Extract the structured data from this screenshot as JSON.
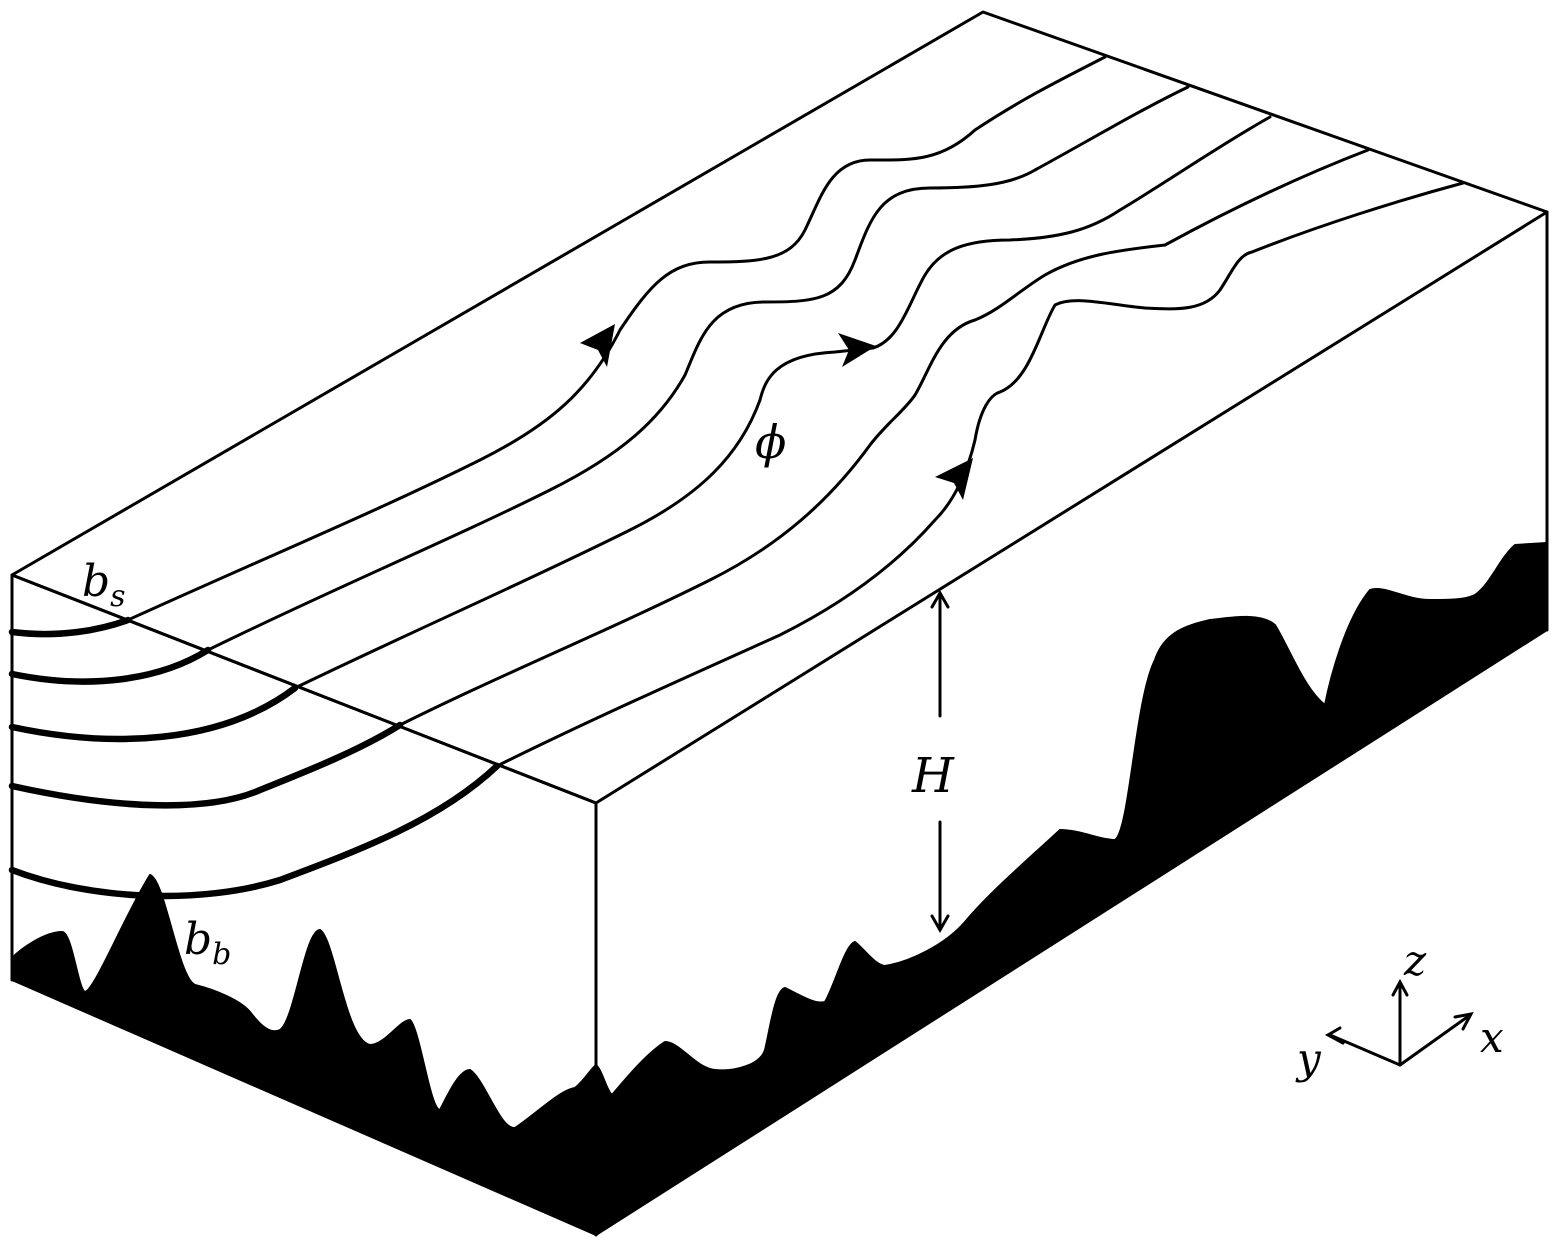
{
  "labels": {
    "surface_buoyancy": "b",
    "surface_buoyancy_sub": "s",
    "bottom_buoyancy": "b",
    "bottom_buoyancy_sub": "b",
    "streamfunction": "ϕ",
    "depth": "H"
  },
  "axes": {
    "z_label": "z",
    "y_label": "y",
    "x_label": "x"
  }
}
